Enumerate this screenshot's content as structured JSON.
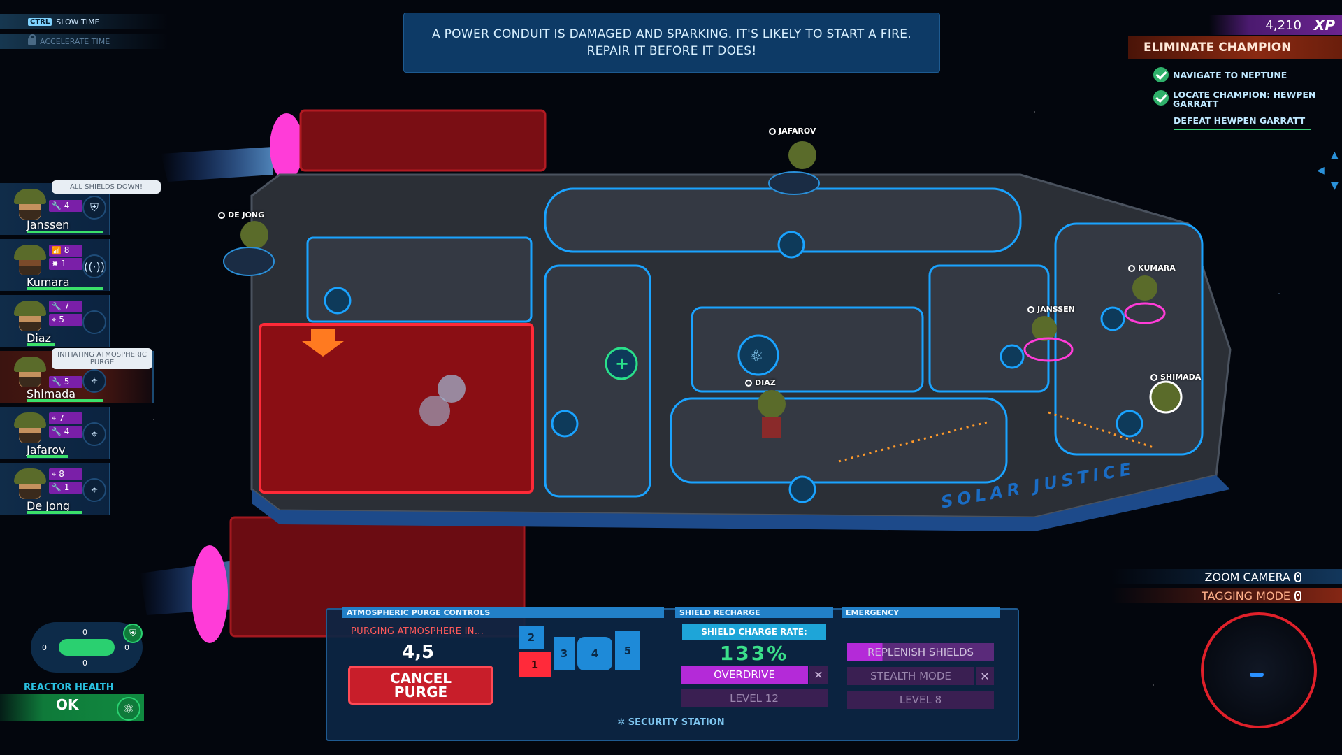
{
  "time_controls": {
    "slow_key": "Ctrl",
    "slow_label": "SLOW TIME",
    "accelerate_label": "ACCELERATE TIME"
  },
  "alert": {
    "line1": "A POWER CONDUIT IS DAMAGED AND SPARKING. IT'S LIKELY TO START A FIRE.",
    "line2": "REPAIR IT BEFORE IT DOES!"
  },
  "xp": {
    "value": "4,210",
    "label": "XP"
  },
  "objectives": {
    "title": "ELIMINATE CHAMPION",
    "items": [
      {
        "text": "NAVIGATE TO NEPTUNE",
        "done": true
      },
      {
        "text": "LOCATE CHAMPION: HEWPEN GARRATT",
        "done": true
      },
      {
        "text": "DEFEAT HEWPEN GARRATT",
        "done": false
      }
    ]
  },
  "crew": [
    {
      "name": "Janssen",
      "skill1": "4",
      "skill2": "",
      "bubble": "ALL SHIELDS DOWN!",
      "hp": 0.9
    },
    {
      "name": "Kumara",
      "skill1": "8",
      "skill2": "1",
      "bubble": "",
      "hp": 0.9
    },
    {
      "name": "Diaz",
      "skill1": "7",
      "skill2": "5",
      "bubble": "",
      "hp": 0.4
    },
    {
      "name": "Shimada",
      "skill1": "5",
      "skill2": "",
      "bubble": "INITIATING ATMOSPHERIC PURGE",
      "hp": 0.9
    },
    {
      "name": "Jafarov",
      "skill1": "7",
      "skill2": "4",
      "bubble": "",
      "hp": 0.6
    },
    {
      "name": "De Jong",
      "skill1": "8",
      "skill2": "1",
      "bubble": "",
      "hp": 0.7
    }
  ],
  "map_labels": {
    "jafarov": "JAFAROV",
    "de_jong": "DE JONG",
    "kumara": "KUMARA",
    "janssen": "JANSSEN",
    "diaz": "DIAZ",
    "shimada": "SHIMADA"
  },
  "ship_name": "SOLAR JUSTICE",
  "shields_indicator": {
    "top": "0",
    "left": "0",
    "right": "0",
    "bottom": "0"
  },
  "reactor": {
    "label": "REACTOR HEALTH",
    "status": "OK"
  },
  "purge_controls": {
    "title": "ATMOSPHERIC PURGE CONTROLS",
    "status": "PURGING ATMOSPHERE IN...",
    "countdown": "4,5",
    "cancel_line1": "CANCEL",
    "cancel_line2": "PURGE",
    "rooms": [
      "2",
      "1",
      "3",
      "4",
      "5"
    ]
  },
  "shield_recharge": {
    "title": "SHIELD RECHARGE",
    "rate_label": "SHIELD CHARGE RATE:",
    "rate": "133%",
    "overdrive": "OVERDRIVE",
    "level": "LEVEL 12"
  },
  "emergency": {
    "title": "EMERGENCY",
    "replenish": "REPLENISH SHIELDS",
    "stealth": "STEALTH MODE",
    "level": "LEVEL 8"
  },
  "station": "SECURITY STATION",
  "camera": {
    "zoom": "ZOOM CAMERA",
    "tagging": "TAGGING MODE"
  },
  "colors": {
    "accent": "#1ea5d8",
    "danger": "#c81e2a",
    "purple": "#7a1fa8",
    "ok": "#0f7a3a"
  }
}
